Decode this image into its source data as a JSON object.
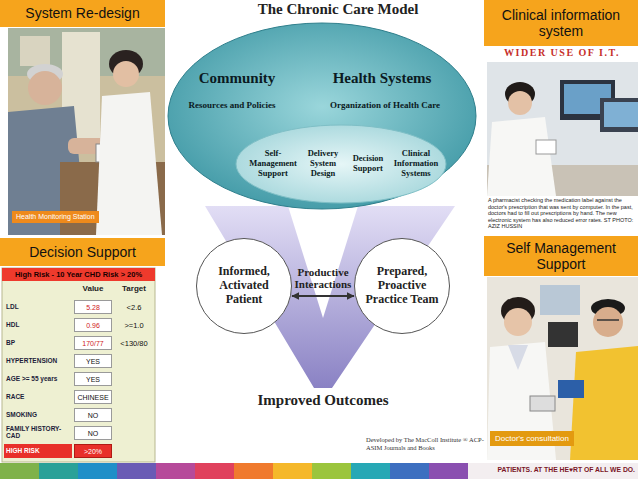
{
  "diagram": {
    "title": "The Chronic Care Model",
    "nodes": [
      {
        "text": [
          "System Re-design"
        ]
      },
      {
        "text": [
          "Clinical information system"
        ]
      },
      {
        "text": [
          "Community",
          "Health Systems",
          "Resources and Policies",
          "Organization of Health Care"
        ]
      },
      {
        "text": [
          "Self-Management Support",
          "Delivery System Design",
          "Decision Support",
          "Clinical Information Systems"
        ],
        "in": 2
      },
      {
        "text": [
          "Health Monitoring Station"
        ]
      },
      {
        "text": [
          "Decision Support"
        ]
      },
      {
        "text": [
          "Self Management Support"
        ]
      },
      {
        "text": [
          "High Risk - 10 Year CHD Risk > 20%"
        ]
      },
      {
        "text": [
          "Informed, Activated Patient"
        ]
      },
      {
        "text": [
          "Prepared, Proactive Practice Team"
        ]
      },
      {
        "text": [
          "Doctor's consultation"
        ]
      }
    ],
    "edges": [
      {
        "from": 8,
        "to": 9,
        "arrow": "both",
        "label": "Productive Interactions"
      }
    ],
    "labels": [
      "WIDER USE OF I.T.",
      "A pharmacist checking the medication label against the doctor's prescription that was sent by computer. In the past, doctors had to fill out prescriptions by hand. The new electronic system has also reduced error rates. ST PHOTO: AZIZ HUSSIN",
      "Value",
      "Target",
      "LDL",
      "5.28",
      "<2.6",
      "HDL",
      "0.96",
      ">=1.0",
      "BP",
      "170/77",
      "<130/80",
      "HYPERTENSION",
      "YES",
      "AGE >= 55 years",
      "YES",
      "RACE",
      "CHINESE",
      "SMOKING",
      "NO",
      "FAMILY HISTORY-CAD",
      "NO",
      "HIGH RISK",
      ">20%",
      "Improved Outcomes",
      "Developed by The MacColl Institute ® ACP-ASIM Journals and Books",
      "PATIENTS. AT THE HE♥RT OF ALL WE DO."
    ]
  }
}
